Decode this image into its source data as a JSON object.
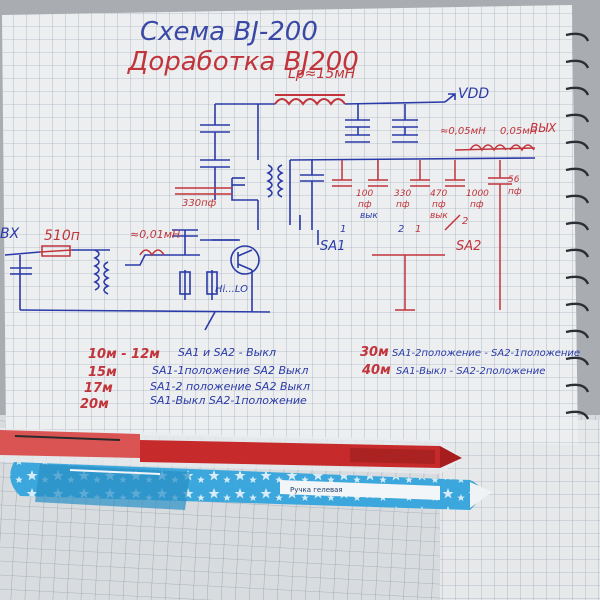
{
  "notebook": {
    "title": "Схема BJ-200",
    "subtitle": "Доработка BJ200"
  },
  "schematic": {
    "inductor_label": "Lp≈15мН",
    "vdd_label": "VDD",
    "input_label": "ВХ",
    "resistor_label": "510п",
    "choke_label": "≈0,01мН",
    "cap_330": "330пф",
    "transistor_label": "Hi...LO",
    "output_choke_1": "≈0,05мН",
    "output_choke_2": "0,05мН",
    "output_label": "ВЫХ",
    "sa1_label": "SA1",
    "sa2_label": "SA2",
    "bank_caps": [
      "100",
      "330",
      "470",
      "1000"
    ],
    "bank_unit": "пф",
    "off_label": "вык",
    "out_cap": "56",
    "pos_1": "1",
    "pos_2": "2"
  },
  "notes_left": [
    {
      "band": "10м - 12м",
      "setting": "SA1 и SA2 - Выкл"
    },
    {
      "band": "15м",
      "setting": "SA1-1положение SA2 Выкл"
    },
    {
      "band": "17м",
      "setting": "SA1-2 положение SA2 Выкл"
    },
    {
      "band": "20м",
      "setting": "SA1-Выкл SA2-1положение"
    }
  ],
  "notes_right": [
    {
      "band": "30м",
      "setting": "SA1-2положение - SA2-1положение"
    },
    {
      "band": "40м",
      "setting": "SA1-Выкл - SA2-2положение"
    }
  ],
  "pen_label": "Ручка гелевая"
}
